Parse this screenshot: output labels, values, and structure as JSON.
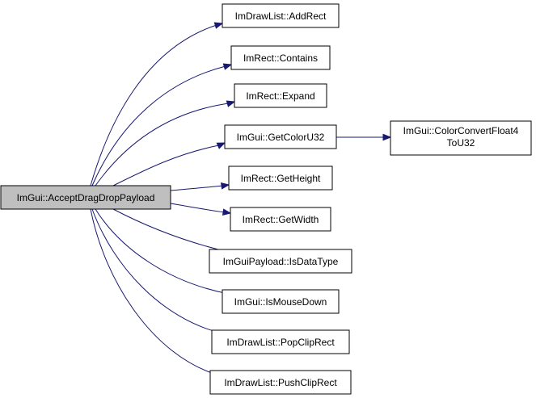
{
  "graph": {
    "edge_color": "#191970",
    "root": {
      "id": "root",
      "label": "ImGui::AcceptDragDropPayload"
    },
    "nodes": [
      {
        "id": "n1",
        "label": "ImDrawList::AddRect"
      },
      {
        "id": "n2",
        "label": "ImRect::Contains"
      },
      {
        "id": "n3",
        "label": "ImRect::Expand"
      },
      {
        "id": "n4",
        "label": "ImGui::GetColorU32"
      },
      {
        "id": "n5",
        "label": "ImRect::GetHeight"
      },
      {
        "id": "n6",
        "label": "ImRect::GetWidth"
      },
      {
        "id": "n7",
        "label": "ImGuiPayload::IsDataType"
      },
      {
        "id": "n8",
        "label": "ImGui::IsMouseDown"
      },
      {
        "id": "n9",
        "label": "ImDrawList::PopClipRect"
      },
      {
        "id": "n10",
        "label": "ImDrawList::PushClipRect"
      },
      {
        "id": "n11",
        "label_lines": [
          "ImGui::ColorConvertFloat4",
          "ToU32"
        ]
      }
    ],
    "edges": [
      {
        "from": "root",
        "to": "n1"
      },
      {
        "from": "root",
        "to": "n2"
      },
      {
        "from": "root",
        "to": "n3"
      },
      {
        "from": "root",
        "to": "n4"
      },
      {
        "from": "root",
        "to": "n5"
      },
      {
        "from": "root",
        "to": "n6"
      },
      {
        "from": "root",
        "to": "n7"
      },
      {
        "from": "root",
        "to": "n8"
      },
      {
        "from": "root",
        "to": "n9"
      },
      {
        "from": "root",
        "to": "n10"
      },
      {
        "from": "n4",
        "to": "n11"
      }
    ]
  }
}
